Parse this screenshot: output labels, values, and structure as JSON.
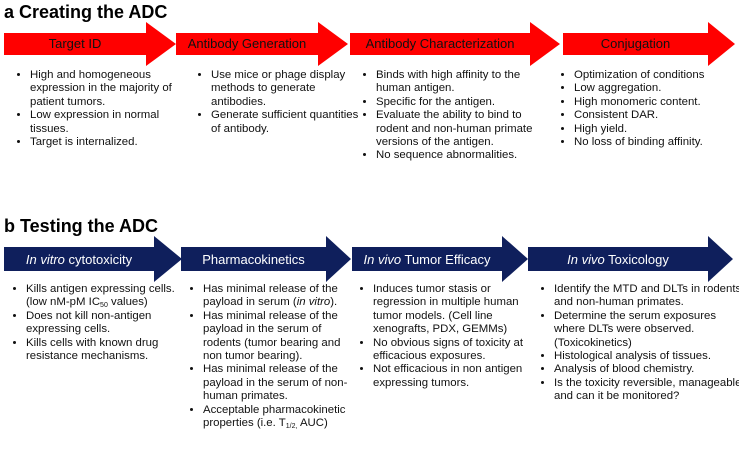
{
  "section_a": {
    "letter": "a",
    "title": "Creating the ADC",
    "steps": [
      {
        "label": "Target ID",
        "bullets": [
          "High and homogeneous expression in the majority of patient tumors.",
          "Low expression in normal tissues.",
          "Target is internalized."
        ]
      },
      {
        "label": "Antibody Generation",
        "bullets": [
          "Use mice or phage display methods to generate antibodies.",
          "Generate sufficient quantities of antibody."
        ]
      },
      {
        "label": "Antibody Characterization",
        "bullets": [
          "Binds with high affinity to the human antigen.",
          "Specific for the antigen.",
          "Evaluate the ability to bind to rodent and non-human primate versions of the antigen.",
          "No sequence abnormalities."
        ]
      },
      {
        "label": "Conjugation",
        "bullets": [
          "Optimization of conditions",
          "Low aggregation.",
          "High monomeric content.",
          "Consistent DAR.",
          "High yield.",
          "No loss of binding affinity."
        ]
      }
    ]
  },
  "section_b": {
    "letter": "b",
    "title": "Testing the ADC",
    "steps": [
      {
        "label_italic": "In vitro",
        "label_rest": " cytotoxicity",
        "bullets": [
          {
            "text": "Kills antigen expressing cells. (low nM-pM IC",
            "sub": "50",
            "after": " values)"
          },
          {
            "text": "Does not kill non-antigen expressing cells."
          },
          {
            "text": "Kills cells with known drug resistance mechanisms."
          }
        ]
      },
      {
        "label_italic": "",
        "label_rest": "Pharmacokinetics",
        "bullets": [
          {
            "text": "Has minimal release of the payload in serum (",
            "italic": "in vitro",
            "after": ")."
          },
          {
            "text": "Has minimal release of the payload in the serum of rodents (tumor bearing and non tumor bearing)."
          },
          {
            "text": "Has minimal release of the payload in the serum of non-human primates."
          },
          {
            "text": "Acceptable pharmacokinetic properties (i.e. T",
            "sub": "1/2,",
            "after": " AUC)"
          }
        ]
      },
      {
        "label_italic": "In vivo",
        "label_rest": " Tumor Efficacy",
        "bullets": [
          {
            "text": "Induces tumor stasis or regression in multiple human tumor models. (Cell line xenografts, PDX, GEMMs)"
          },
          {
            "text": "No obvious signs of toxicity at efficacious exposures."
          },
          {
            "text": "Not efficacious in non antigen expressing tumors."
          }
        ]
      },
      {
        "label_italic": "In vivo",
        "label_rest": " Toxicology",
        "bullets": [
          {
            "text": "Identify the MTD and DLTs in rodents and non-human primates."
          },
          {
            "text": "Determine the serum exposures where DLTs were observed. (Toxicokinetics)"
          },
          {
            "text": "Histological analysis of tissues."
          },
          {
            "text": "Analysis of blood chemistry."
          },
          {
            "text": "Is the toxicity reversible, manageable and can it be monitored?"
          }
        ]
      }
    ]
  },
  "colors": {
    "red_arrow": "#ff0000",
    "blue_arrow": "#0f1f5c"
  }
}
